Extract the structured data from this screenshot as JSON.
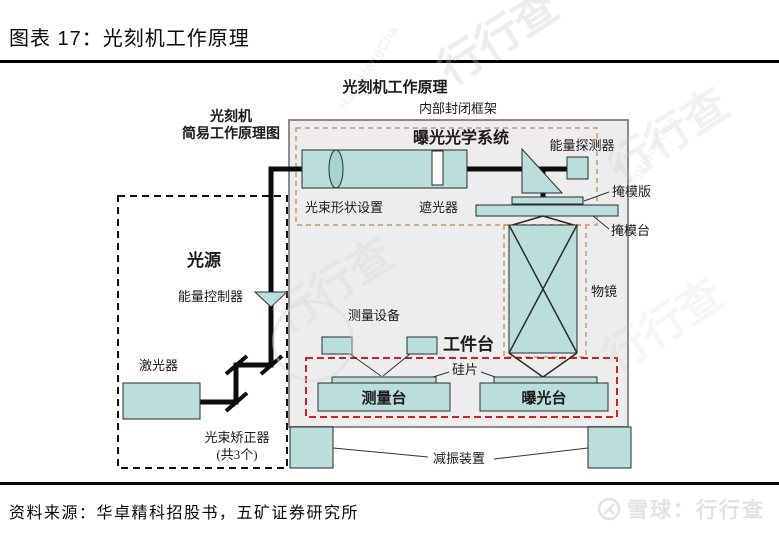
{
  "header": {
    "title": "图表 17：光刻机工作原理"
  },
  "diagram": {
    "title": "光刻机工作原理",
    "frame_label": "内部封闭框架",
    "schematic_label_line1": "光刻机",
    "schematic_label_line2": "简易工作原理图",
    "optical_system": "曝光光学系统",
    "beam_shaper": "光束形状设置",
    "shutter": "遮光器",
    "energy_detector": "能量探测器",
    "mask_plate": "掩模版",
    "mask_stage": "掩模台",
    "objective_lens": "物镜",
    "light_source": "光源",
    "energy_controller": "能量控制器",
    "laser": "激光器",
    "beam_corrector_line1": "光束矫正器",
    "beam_corrector_line2": "(共3个)",
    "measurement_equipment": "测量设备",
    "workpiece_stage": "工件台",
    "wafer": "硅片",
    "measurement_stage": "测量台",
    "exposure_stage": "曝光台",
    "damper": "减振装置"
  },
  "footer": {
    "source": "资料来源：华卓精科招股书，五矿证券研究所",
    "logo_text": "雪球：行行查"
  },
  "watermark": {
    "text": "行行查",
    "subtext": "HangHangCha"
  },
  "colors": {
    "teal_fill": "#b9dedb",
    "frame_fill": "#ededed",
    "frame_border": "#8c8c8c",
    "tan_dash": "#c49a6c",
    "tan_label": "#c8ba93",
    "red_accent": "#cc2222",
    "beam": "#0d0d0d"
  }
}
